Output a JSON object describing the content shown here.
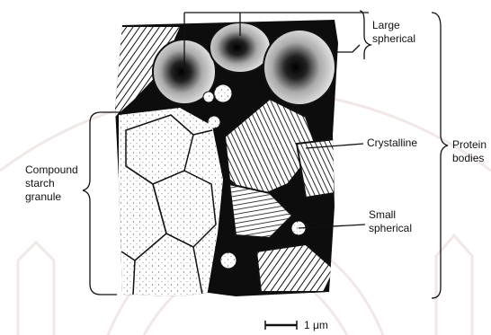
{
  "labels": {
    "large_spherical": [
      "Large",
      "spherical"
    ],
    "crystalline": "Crystalline",
    "protein_bodies": [
      "Protein",
      "bodies"
    ],
    "compound_starch": [
      "Compound",
      "starch",
      "granule"
    ],
    "small_spherical": [
      "Small",
      "spherical"
    ],
    "scale_bar": "1 μm"
  },
  "colors": {
    "ink": "#111111",
    "paper": "#ffffff",
    "watermark": "#b57d78"
  }
}
